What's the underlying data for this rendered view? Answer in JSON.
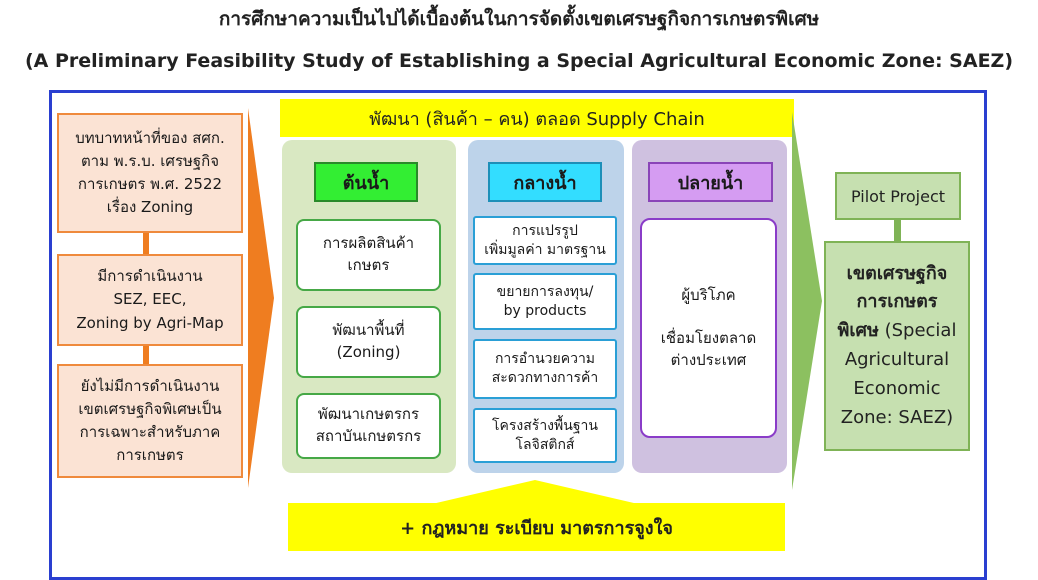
{
  "title": {
    "thai": "การศึกษาความเป็นไปได้เบื้องต้นในการจัดตั้งเขตเศรษฐกิจการเกษตรพิเศษ",
    "english": "(A Preliminary Feasibility Study of Establishing a Special Agricultural Economic Zone: SAEZ)"
  },
  "left_boxes": [
    {
      "text": "บทบาทหน้าที่ของ สศก.\nตาม พ.ร.บ. เศรษฐกิจ\nการเกษตร พ.ศ. 2522\nเรื่อง Zoning"
    },
    {
      "text": "มีการดำเนินงาน\nSEZ, EEC,\nZoning by Agri-Map"
    },
    {
      "text": "ยังไม่มีการดำเนินงาน\nเขตเศรษฐกิจพิเศษเป็น\nการเฉพาะสำหรับภาค\nการเกษตร"
    }
  ],
  "top_banner": "พัฒนา (สินค้า – คน) ตลอด Supply Chain",
  "columns": {
    "upstream": {
      "header": "ต้นน้ำ",
      "items": [
        "การผลิตสินค้า\nเกษตร",
        "พัฒนาพื้นที่\n(Zoning)",
        "พัฒนาเกษตรกร\nสถาบันเกษตรกร"
      ]
    },
    "midstream": {
      "header": "กลางน้ำ",
      "items": [
        "การแปรรูป\nเพิ่มมูลค่า มาตรฐาน",
        "ขยายการลงทุน/\nby products",
        "การอำนวยความ\nสะดวกทางการค้า",
        "โครงสร้างพื้นฐาน\nโลจิสติกส์"
      ]
    },
    "downstream": {
      "header": "ปลายน้ำ",
      "item": "ผู้บริโภค\n\nเชื่อมโยงตลาด\nต่างประเทศ"
    }
  },
  "right": {
    "pilot": "Pilot Project",
    "saez_bold": "เขตเศรษฐกิจ\nการเกษตร\nพิเศษ",
    "saez_rest": " (Special\nAgricultural\nEconomic\nZone: SAEZ)"
  },
  "bottom_banner": "+ กฎหมาย ระเบียบ มาตรการจูงใจ",
  "colors": {
    "frame": "#2a3fd0",
    "orange": "#ef7d20",
    "yellow": "#ffff00",
    "green": "#7fb356"
  }
}
